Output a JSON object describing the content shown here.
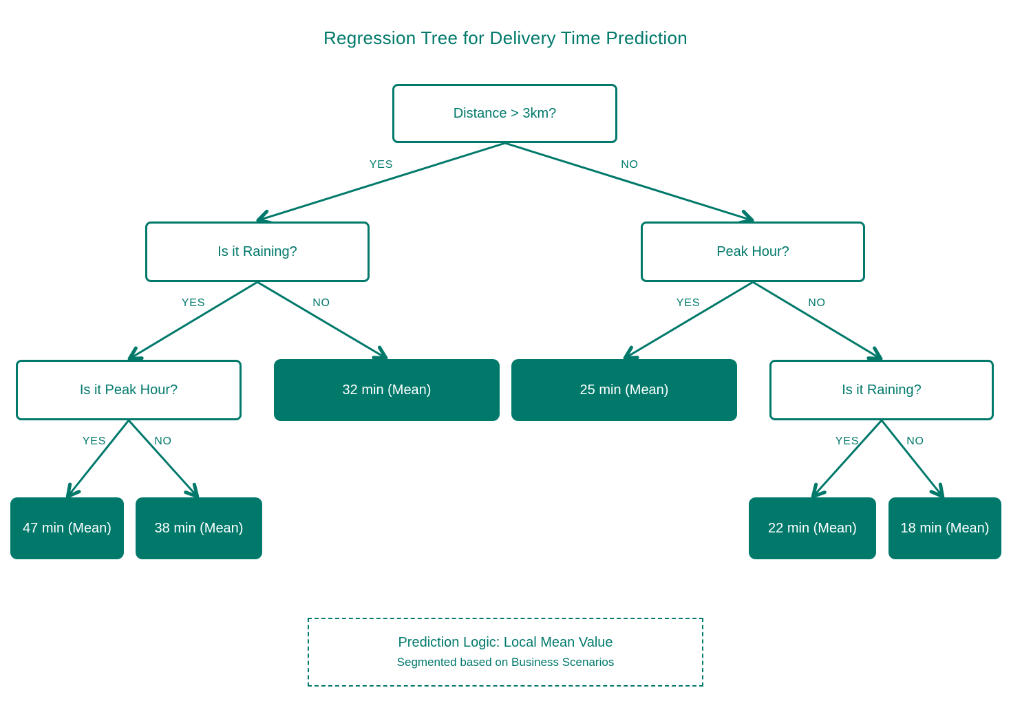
{
  "title": "Regression Tree for Delivery Time Prediction",
  "colors": {
    "accent": "#00796B",
    "leaf_text": "#FFFFFF",
    "background": "#FFFFFF"
  },
  "edge_labels": {
    "yes": "YES",
    "no": "NO"
  },
  "nodes": {
    "distance": {
      "label": "Distance > 3km?",
      "type": "question"
    },
    "raining_left": {
      "label": "Is it Raining?",
      "type": "question"
    },
    "peak_hour_right": {
      "label": "Peak Hour?",
      "type": "question"
    },
    "peak_hour_left": {
      "label": "Is it Peak Hour?",
      "type": "question"
    },
    "raining_right": {
      "label": "Is it Raining?",
      "type": "question"
    },
    "mean_32": {
      "label": "32 min (Mean)",
      "type": "leaf"
    },
    "mean_25": {
      "label": "25 min (Mean)",
      "type": "leaf"
    },
    "mean_47": {
      "label": "47 min (Mean)",
      "type": "leaf"
    },
    "mean_38": {
      "label": "38 min (Mean)",
      "type": "leaf"
    },
    "mean_22": {
      "label": "22 min (Mean)",
      "type": "leaf"
    },
    "mean_18": {
      "label": "18 min (Mean)",
      "type": "leaf"
    }
  },
  "edges": [
    {
      "from": "distance",
      "to": "raining_left",
      "label": "YES"
    },
    {
      "from": "distance",
      "to": "peak_hour_right",
      "label": "NO"
    },
    {
      "from": "raining_left",
      "to": "peak_hour_left",
      "label": "YES"
    },
    {
      "from": "raining_left",
      "to": "mean_32",
      "label": "NO"
    },
    {
      "from": "peak_hour_right",
      "to": "mean_25",
      "label": "YES"
    },
    {
      "from": "peak_hour_right",
      "to": "raining_right",
      "label": "NO"
    },
    {
      "from": "peak_hour_left",
      "to": "mean_47",
      "label": "YES"
    },
    {
      "from": "peak_hour_left",
      "to": "mean_38",
      "label": "NO"
    },
    {
      "from": "raining_right",
      "to": "mean_22",
      "label": "YES"
    },
    {
      "from": "raining_right",
      "to": "mean_18",
      "label": "NO"
    }
  ],
  "footer": {
    "line1": "Prediction Logic: Local Mean Value",
    "line2": "Segmented based on Business Scenarios"
  }
}
